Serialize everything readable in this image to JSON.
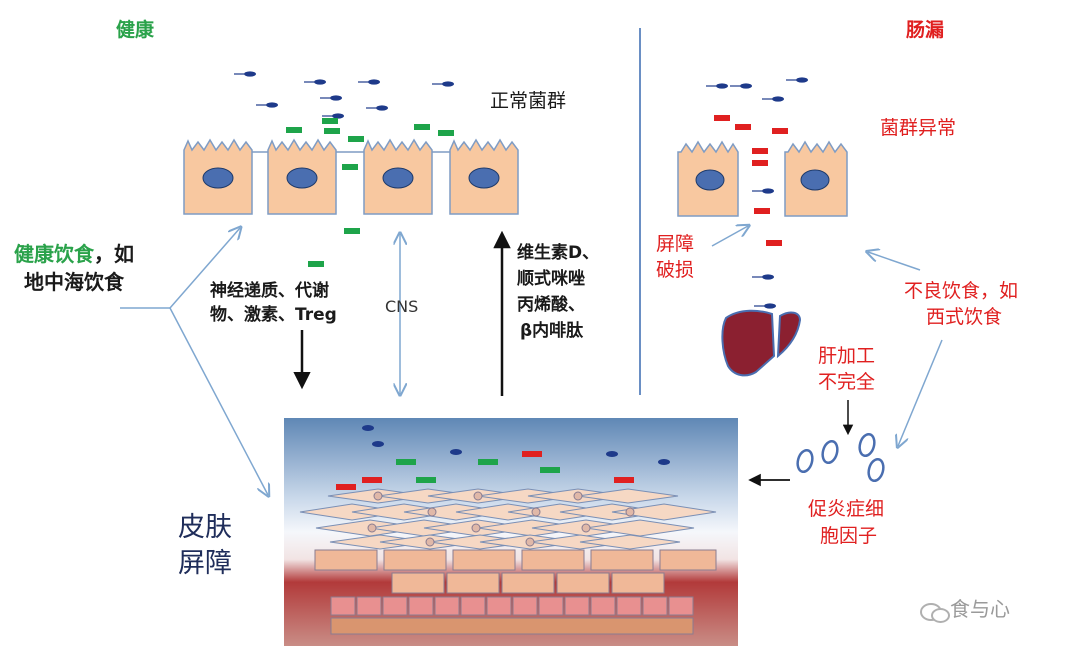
{
  "healthy": {
    "title": "健康",
    "normal_flora": "正常菌群",
    "diet_highlight": "健康饮食",
    "diet_rest_line1": "，如",
    "diet_line2": "地中海饮食",
    "neuro_line1": "神经递质、代谢",
    "neuro_line2": "物、激素、Treg",
    "cns": "CNS",
    "vitamins": [
      "维生素D、",
      "顺式咪唑",
      "丙烯酸、",
      "β内啡肽"
    ]
  },
  "leaky": {
    "title": "肠漏",
    "dysbiosis": "菌群异常",
    "barrier_line1": "屏障",
    "barrier_line2": "破损",
    "bad_diet_line1": "不良饮食，如",
    "bad_diet_line2": "西式饮食",
    "liver_line1": "肝加工",
    "liver_line2": "不完全",
    "cytokine_line1": "促炎症细",
    "cytokine_line2": "胞因子"
  },
  "skin": {
    "line1": "皮肤",
    "line2": "屏障"
  },
  "watermark": "食与心",
  "colors": {
    "healthy_green": "#2aa24a",
    "leaky_red": "#e02020",
    "cell_fill": "#f8c8a0",
    "nucleus": "#4a6eb0",
    "bacteria": "#1e3a8a",
    "liver": "#8b2030",
    "arrow_blue": "#7fa7d0"
  }
}
